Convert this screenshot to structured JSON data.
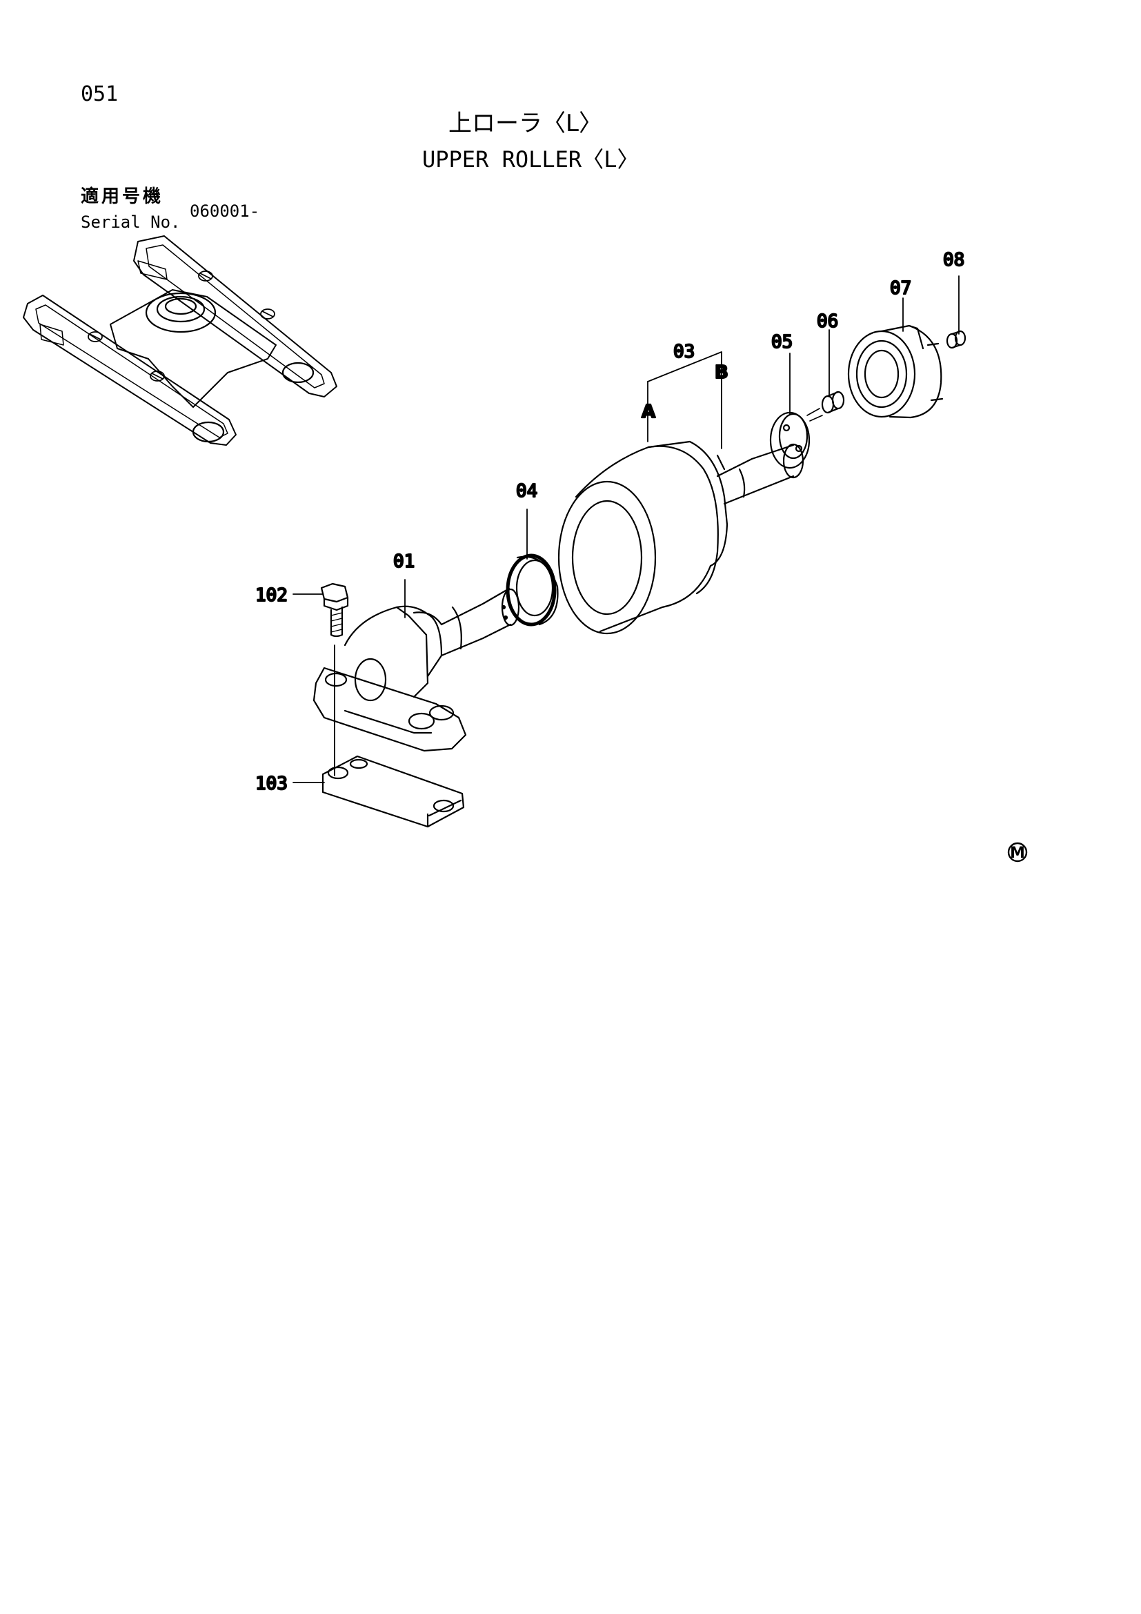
{
  "page": {
    "number": "051",
    "title_jp": "上ローラ〈L〉",
    "title_en": "UPPER ROLLER〈L〉"
  },
  "serial": {
    "label_jp": "適用号機",
    "label_en": "Serial No.",
    "value": "060001-"
  },
  "callouts": {
    "c01": "01",
    "c03": "03",
    "c04": "04",
    "c05": "05",
    "c06": "06",
    "c07": "07",
    "c08": "08",
    "c102": "102",
    "c103": "103",
    "cA": "A",
    "cB": "B"
  },
  "mark": "M"
}
